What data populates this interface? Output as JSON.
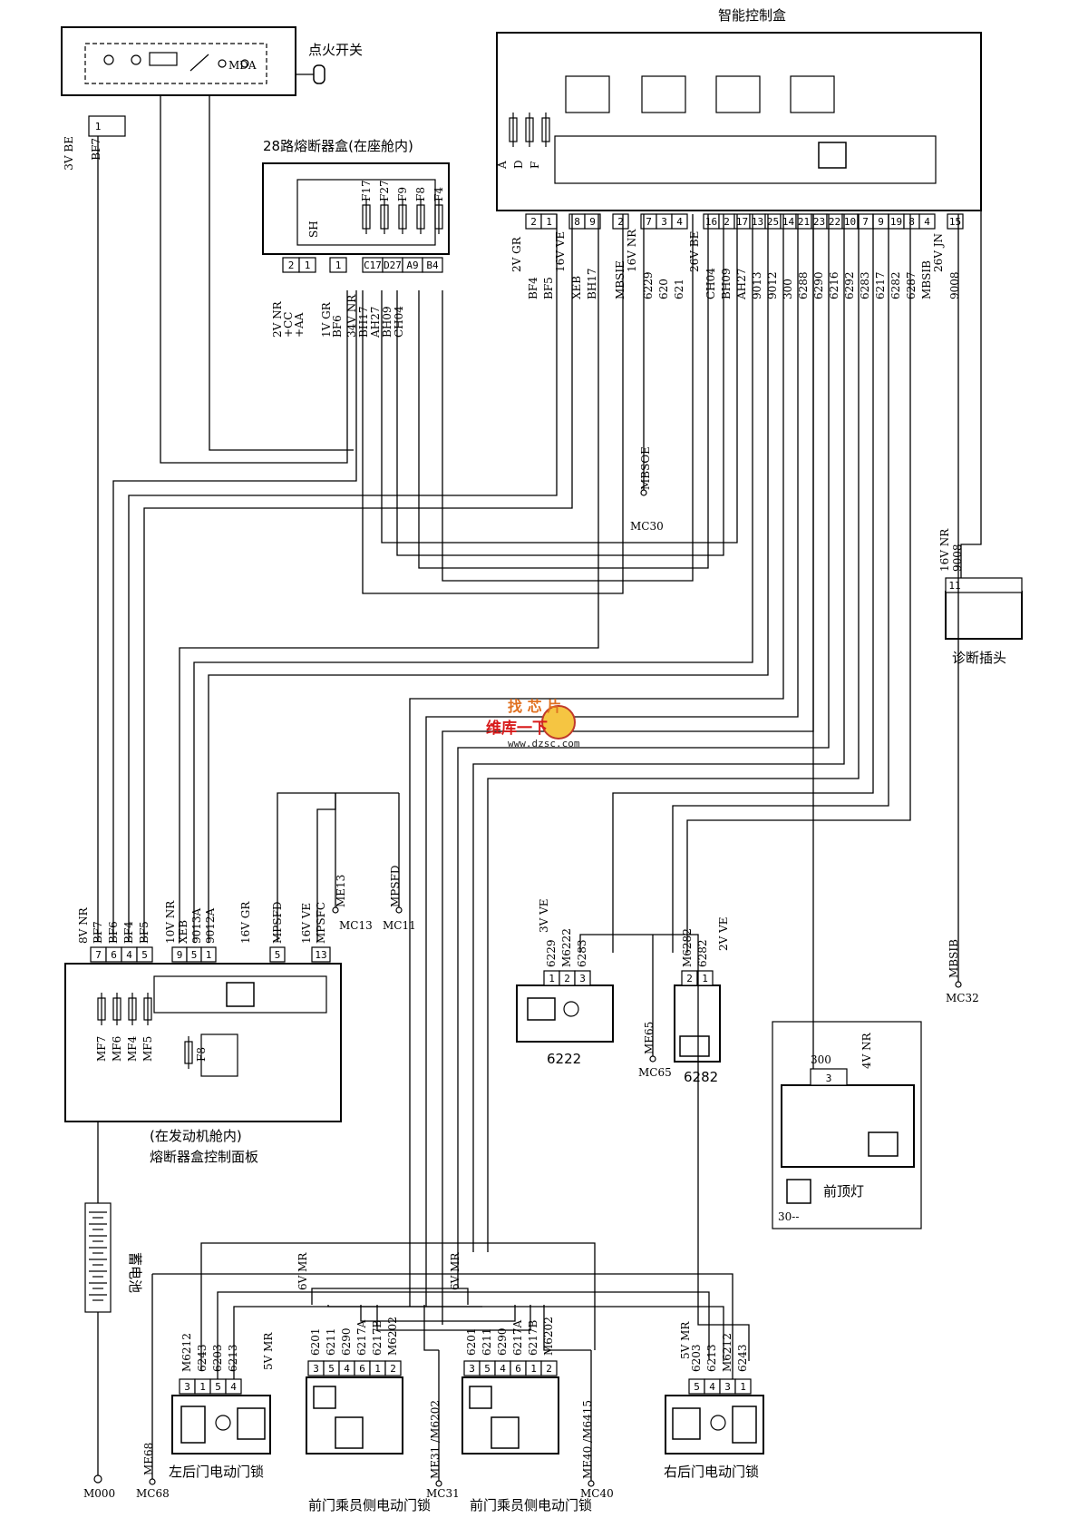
{
  "components": {
    "ignition_switch": {
      "label": "点火开关",
      "contacts": "MDA",
      "wire": "3V BE",
      "connector": "BF7",
      "pin": "1"
    },
    "fuse_box_28": {
      "label": "28路熔断器盒(在座舱内)",
      "fuses": [
        "F17",
        "F27",
        "F9",
        "F8",
        "F4"
      ],
      "relay": "SH"
    },
    "smart_control_box": {
      "label": "智能控制盒",
      "fuses": [
        "A",
        "D",
        "F"
      ]
    },
    "diagnostic_connector": {
      "label": "诊断插头",
      "wire": "16V NR",
      "code": "9008",
      "pin": "11"
    },
    "engine_fuse_panel": {
      "label_line1": "(在发动机舱内)",
      "label_line2": "熔断器盒控制面板",
      "fuses": [
        "MF7",
        "MF6",
        "MF4",
        "MF5"
      ],
      "relay_fuse": "F8"
    },
    "battery": {
      "label": "蓄电池",
      "ground": "M000"
    },
    "front_dome_light": {
      "label": "前顶灯",
      "wire": "4V NR",
      "code": "300",
      "pin": "3",
      "footnote": "30--"
    },
    "part_6222": {
      "label": "6222",
      "ground": "MC65",
      "ground_wire": "ME65",
      "wire": "3V VE"
    },
    "part_6282": {
      "label": "6282",
      "wire": "2V VE"
    },
    "left_rear_lock": {
      "label": "左后门电动门锁",
      "wire": "5V MR",
      "ground": "MC68",
      "ground_wire": "ME68"
    },
    "front_passenger_lock_1": {
      "label": "前门乘员侧电动门锁",
      "wire": "6V MR",
      "ground": "MC31",
      "ground_wire": "ME31 /M6202"
    },
    "front_passenger_lock_2": {
      "label": "前门乘员侧电动门锁",
      "wire": "6V MR",
      "ground": "MC40",
      "ground_wire": "ME40 /M6415"
    },
    "right_rear_lock": {
      "label": "右后门电动门锁",
      "wire": "5V MR"
    }
  },
  "fuse_box_28_pins": {
    "wires_a": [
      "2V NR",
      "+CC",
      "+AA"
    ],
    "pins_a": [
      "2",
      "1"
    ],
    "wires_b": [
      "1V GR",
      "BF6"
    ],
    "pins_b": [
      "1"
    ],
    "wires_c": [
      "34V NR",
      "BH17",
      "AH27",
      "BH09",
      "CH04"
    ],
    "pins_c": [
      "C17",
      "D27",
      "A9",
      "B4"
    ]
  },
  "smart_box_pins": {
    "groups": [
      {
        "wire": "2V GR",
        "codes": [
          "BF4",
          "BF5"
        ],
        "pins": [
          "2",
          "1"
        ]
      },
      {
        "wire": "16V VE",
        "codes": [
          "XEB",
          "BH17"
        ],
        "pins": [
          "8",
          "9"
        ]
      },
      {
        "wire": "",
        "codes": [
          "MBSIE"
        ],
        "pins": [
          "2"
        ]
      },
      {
        "wire": "16V NR",
        "codes": [
          "6229",
          "620",
          "621"
        ],
        "pins": [
          "7",
          "3",
          "4"
        ]
      },
      {
        "wire": "26V BE",
        "codes": [
          "CH04",
          "BH09",
          "AH27",
          "9013",
          "9012",
          "300",
          "6288",
          "6290",
          "6216",
          "6292",
          "6283",
          "6217",
          "6282",
          "6287",
          "MBSIB"
        ],
        "pins": [
          "16",
          "2",
          "17",
          "13",
          "25",
          "14",
          "21",
          "23",
          "22",
          "10",
          "7",
          "9",
          "19",
          "8",
          "4"
        ]
      },
      {
        "wire": "26V JN",
        "codes": [
          "9008"
        ],
        "pins": [
          "15"
        ]
      }
    ]
  },
  "engine_panel_pins": {
    "left_wire": "8V NR",
    "left_codes": [
      "BF7",
      "BF6",
      "BF4",
      "BF5"
    ],
    "left_pins": [
      "7",
      "6",
      "4",
      "5"
    ],
    "mid_wire": "10V NR",
    "mid_codes": [
      "XEB",
      "9013A",
      "9012A"
    ],
    "mid_pins": [
      "9",
      "5",
      "1"
    ],
    "right_wire_a": "16V GR",
    "right_code_a": "MPSFD",
    "right_pin_a": "5",
    "right_wire_b": "16V VE",
    "right_code_b": "MPSFC",
    "right_pin_b": "13"
  },
  "grounds": {
    "mc30": "MC30",
    "mc30_wire": "MBSOE",
    "mc13": "MC13",
    "mc13_wire": "ME13",
    "mc11": "MC11",
    "mc11_wire": "MPSFD",
    "mc32": "MC32",
    "mc32_wire": "MBSIB"
  },
  "part_6222_pins": {
    "codes": [
      "6229",
      "M6222",
      "6283"
    ],
    "pins": [
      "1",
      "2",
      "3"
    ]
  },
  "part_6282_pins": {
    "codes": [
      "M6282",
      "6282"
    ],
    "pins": [
      "2",
      "1"
    ]
  },
  "left_rear_lock_pins": {
    "codes": [
      "M6212",
      "6243",
      "6203",
      "6213"
    ],
    "pins": [
      "3",
      "1",
      "5",
      "4"
    ]
  },
  "front_lock_1_pins": {
    "codes": [
      "6201",
      "6211",
      "6290",
      "6217A",
      "6217B",
      "M6202"
    ],
    "pins": [
      "3",
      "5",
      "4",
      "6",
      "1",
      "2"
    ]
  },
  "front_lock_2_pins": {
    "codes": [
      "6201",
      "6211",
      "6290",
      "6217A",
      "6217B",
      "M6202"
    ],
    "pins": [
      "3",
      "5",
      "4",
      "6",
      "1",
      "2"
    ]
  },
  "right_rear_lock_pins": {
    "codes": [
      "6203",
      "6213",
      "M6212",
      "6243"
    ],
    "pins": [
      "5",
      "4",
      "3",
      "1"
    ]
  },
  "watermark": {
    "line1": "找 芯 片",
    "line2": "维库一下",
    "url": "www.dzsc.com"
  }
}
